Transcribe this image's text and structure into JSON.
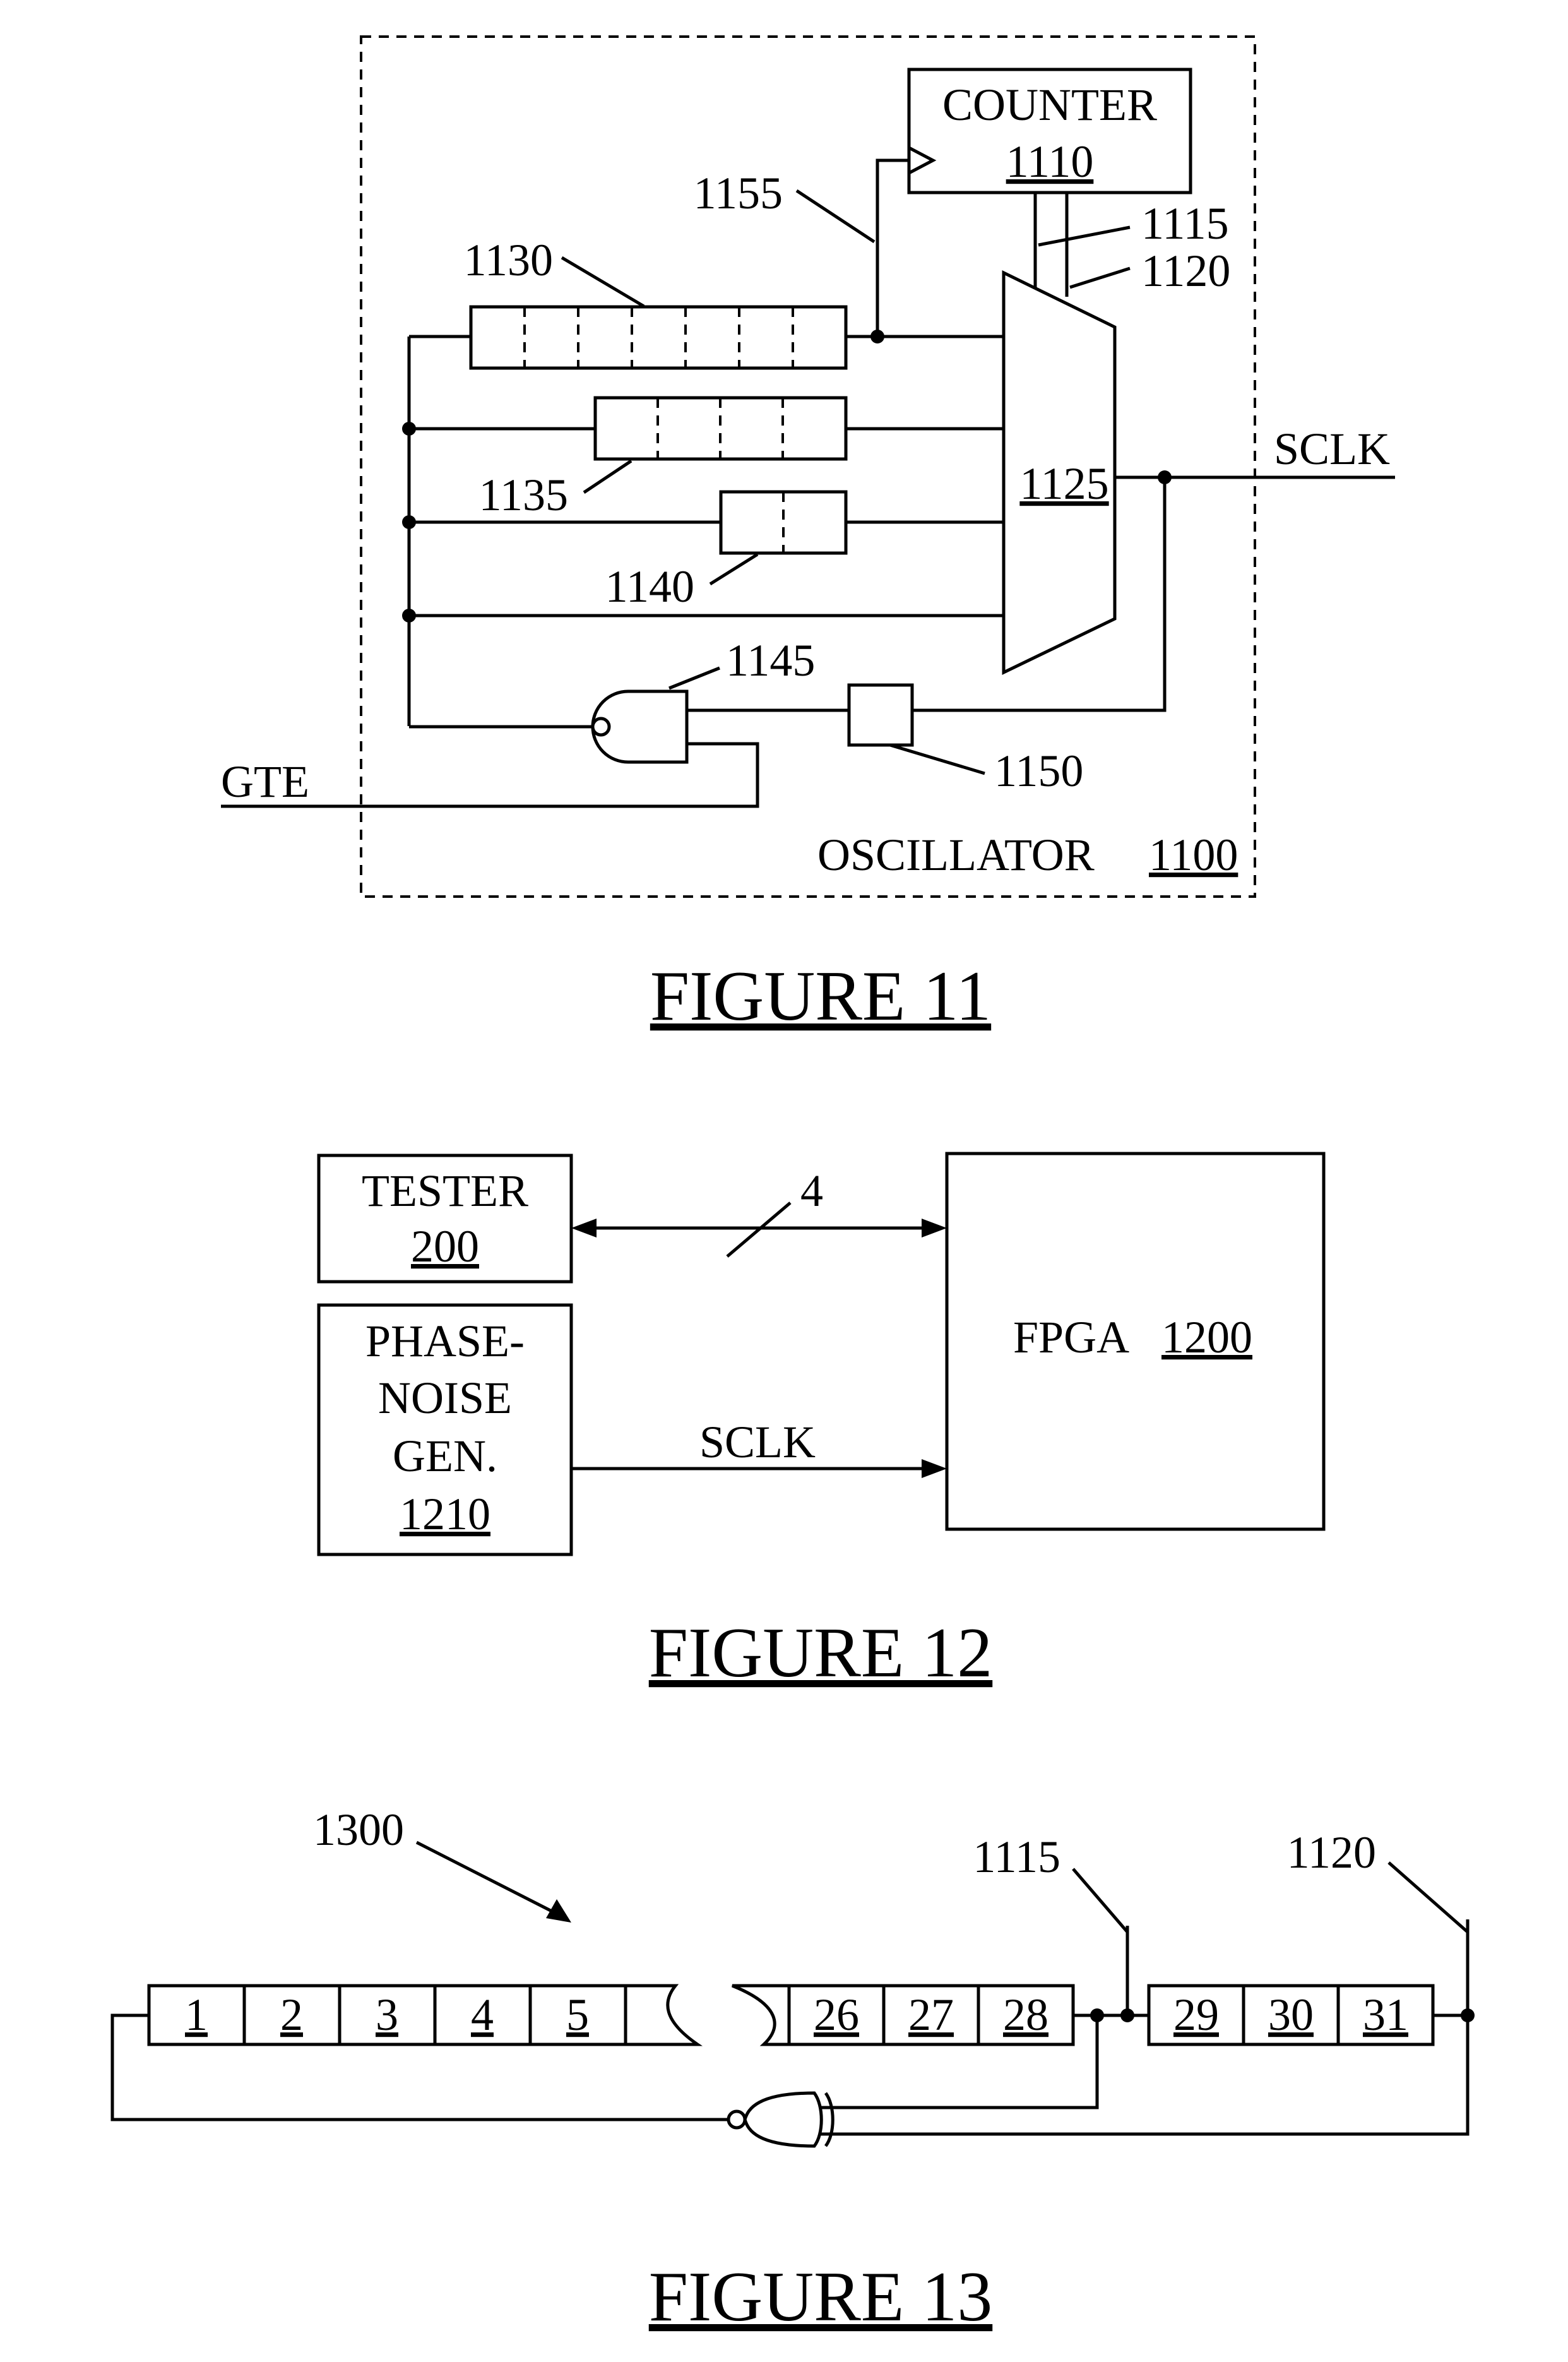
{
  "figure11": {
    "title": "FIGURE 11",
    "oscillator": {
      "label": "OSCILLATOR",
      "ref": "1100"
    },
    "counter": {
      "label": "COUNTER",
      "ref": "1110"
    },
    "mux_ref": "1125",
    "refs": {
      "r1155": "1155",
      "r1115": "1115",
      "r1120": "1120",
      "r1130": "1130",
      "r1135": "1135",
      "r1140": "1140",
      "r1145": "1145",
      "r1150": "1150"
    },
    "signals": {
      "sclk": "SCLK",
      "gte": "GTE"
    }
  },
  "figure12": {
    "title": "FIGURE 12",
    "tester": {
      "label": "TESTER",
      "ref": "200"
    },
    "phase_noise": {
      "line1": "PHASE-",
      "line2": "NOISE",
      "line3": "GEN.",
      "ref": "1210"
    },
    "fpga": {
      "label": "FPGA",
      "ref": "1200"
    },
    "bus_width": "4",
    "sclk": "SCLK"
  },
  "figure13": {
    "title": "FIGURE 13",
    "ref": "1300",
    "tap1": "1115",
    "tap2": "1120",
    "cells_a": [
      "1",
      "2",
      "3",
      "4",
      "5"
    ],
    "cells_b": [
      "26",
      "27",
      "28"
    ],
    "cells_c": [
      "29",
      "30",
      "31"
    ]
  }
}
